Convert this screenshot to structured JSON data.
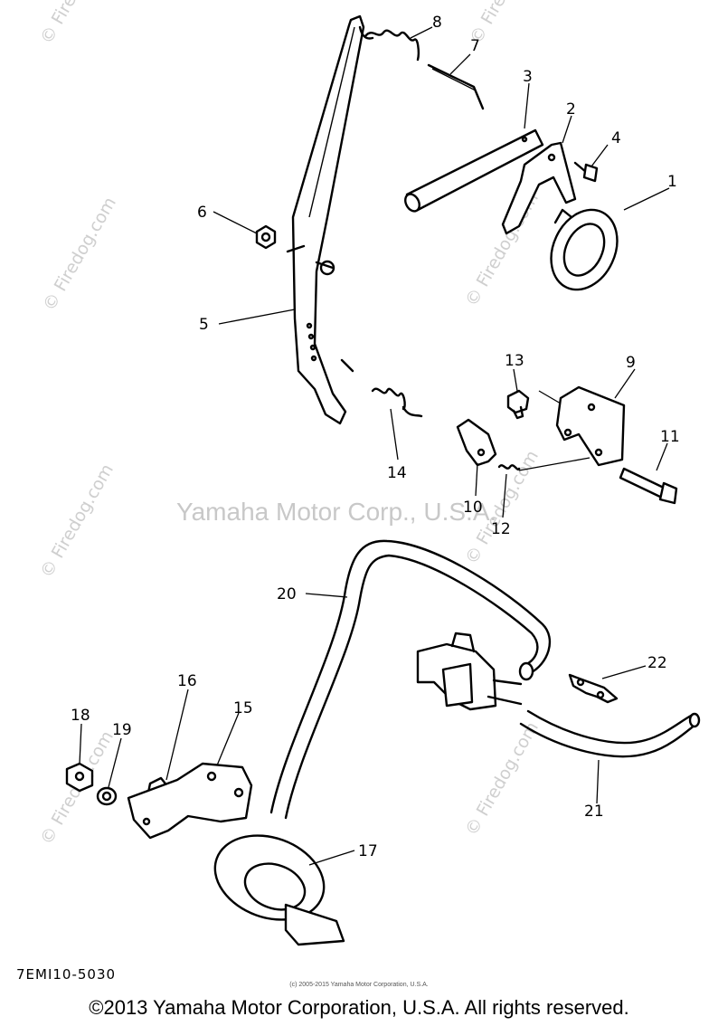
{
  "watermark": {
    "site": "© Firedog.com",
    "owner": "Yamaha Motor Corp., U.S.A."
  },
  "callouts": [
    {
      "id": "1",
      "label": "1"
    },
    {
      "id": "2",
      "label": "2"
    },
    {
      "id": "3",
      "label": "3"
    },
    {
      "id": "4",
      "label": "4"
    },
    {
      "id": "5",
      "label": "5"
    },
    {
      "id": "6",
      "label": "6"
    },
    {
      "id": "7",
      "label": "7"
    },
    {
      "id": "8",
      "label": "8"
    },
    {
      "id": "9",
      "label": "9"
    },
    {
      "id": "10",
      "label": "10"
    },
    {
      "id": "11",
      "label": "11"
    },
    {
      "id": "12",
      "label": "12"
    },
    {
      "id": "13",
      "label": "13"
    },
    {
      "id": "14",
      "label": "14"
    },
    {
      "id": "15",
      "label": "15"
    },
    {
      "id": "16",
      "label": "16"
    },
    {
      "id": "17",
      "label": "17"
    },
    {
      "id": "18",
      "label": "18"
    },
    {
      "id": "19",
      "label": "19"
    },
    {
      "id": "20",
      "label": "20"
    },
    {
      "id": "21",
      "label": "21"
    },
    {
      "id": "22",
      "label": "22"
    }
  ],
  "diagram_code": "7EMI10-5030",
  "small_copyright": "(c) 2005-2015 Yamaha Motor Corporation, U.S.A.",
  "copyright": "©2013 Yamaha Motor Corporation, U.S.A. All rights reserved."
}
